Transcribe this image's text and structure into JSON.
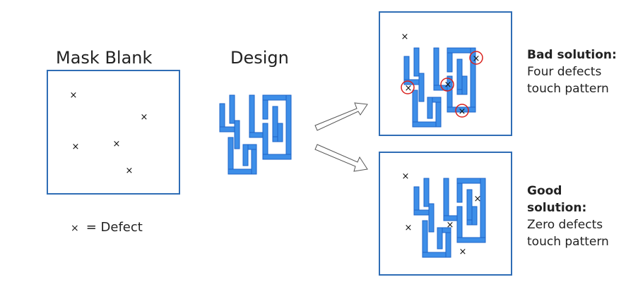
{
  "mask_blank": {
    "title": "Mask Blank"
  },
  "design": {
    "title": "Design"
  },
  "legend": {
    "symbol": "×",
    "text": "= Defect"
  },
  "bad": {
    "heading": "Bad solution:",
    "line1": "Four defects",
    "line2": "touch pattern"
  },
  "good": {
    "heading_line1": "Good",
    "heading_line2": "solution:",
    "line1": "Zero defects",
    "line2": "touch pattern"
  },
  "colors": {
    "pattern": "#3d8ee8",
    "pattern_edge": "#1e64c8",
    "frame": "#2f6db5",
    "highlight": "#d9221e"
  }
}
